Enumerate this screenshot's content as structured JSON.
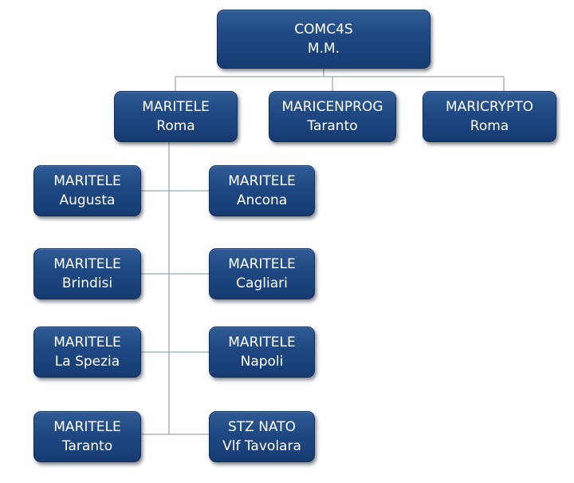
{
  "root": {
    "line1": "COMC4S",
    "line2": "M.M."
  },
  "level1": [
    {
      "line1": "MARITELE",
      "line2": "Roma"
    },
    {
      "line1": "MARICENPROG",
      "line2": "Taranto"
    },
    {
      "line1": "MARICRYPTO",
      "line2": "Roma"
    }
  ],
  "stations": [
    {
      "line1": "MARITELE",
      "line2": "Augusta"
    },
    {
      "line1": "MARITELE",
      "line2": "Ancona"
    },
    {
      "line1": "MARITELE",
      "line2": "Brindisi"
    },
    {
      "line1": "MARITELE",
      "line2": "Cagliari"
    },
    {
      "line1": "MARITELE",
      "line2": "La Spezia"
    },
    {
      "line1": "MARITELE",
      "line2": "Napoli"
    },
    {
      "line1": "MARITELE",
      "line2": "Taranto"
    },
    {
      "line1": "STZ NATO",
      "line2": "Vlf Tavolara"
    }
  ],
  "colors": {
    "node_fill": "#1f4883",
    "node_border": "#0f2d5a",
    "connector": "#9aa6b4",
    "text": "#ffffff"
  }
}
